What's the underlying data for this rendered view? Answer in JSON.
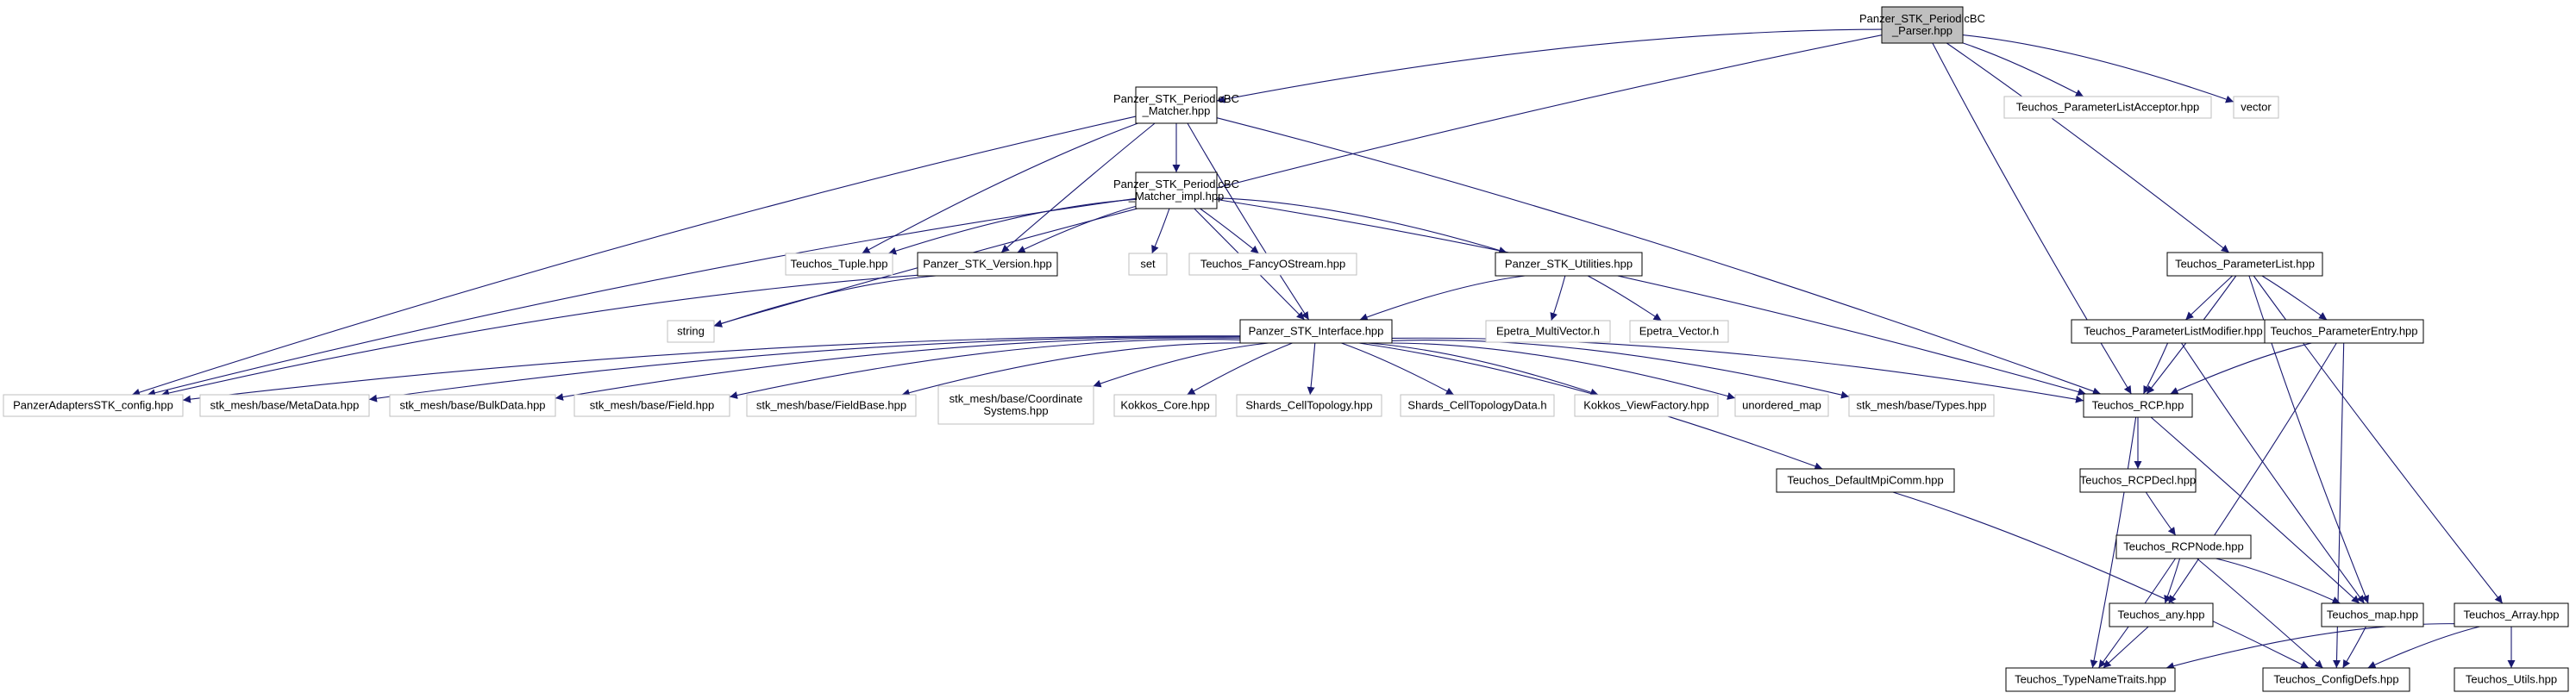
{
  "colors": {
    "edge": "#191970",
    "root_fill": "#bfbfbf",
    "doc_border": "#000000",
    "ext_border": "#bfbfbf",
    "text": "#000000"
  },
  "nodes": [
    {
      "id": "root",
      "kind": "root",
      "lines": [
        "Panzer_STK_PeriodicBC",
        "_Parser.hpp"
      ]
    },
    {
      "id": "matcher",
      "kind": "doc",
      "lines": [
        "Panzer_STK_PeriodicBC",
        "_Matcher.hpp"
      ]
    },
    {
      "id": "matcher_impl",
      "kind": "doc",
      "lines": [
        "Panzer_STK_PeriodicBC",
        "_Matcher_impl.hpp"
      ]
    },
    {
      "id": "pl_acceptor",
      "kind": "ext",
      "lines": [
        "Teuchos_ParameterListAcceptor.hpp"
      ]
    },
    {
      "id": "vector",
      "kind": "ext",
      "lines": [
        "vector"
      ]
    },
    {
      "id": "tuple",
      "kind": "ext",
      "lines": [
        "Teuchos_Tuple.hpp"
      ]
    },
    {
      "id": "version",
      "kind": "doc",
      "lines": [
        "Panzer_STK_Version.hpp"
      ]
    },
    {
      "id": "set",
      "kind": "ext",
      "lines": [
        "set"
      ]
    },
    {
      "id": "fancy",
      "kind": "ext",
      "lines": [
        "Teuchos_FancyOStream.hpp"
      ]
    },
    {
      "id": "utilities",
      "kind": "doc",
      "lines": [
        "Panzer_STK_Utilities.hpp"
      ]
    },
    {
      "id": "string",
      "kind": "ext",
      "lines": [
        "string"
      ]
    },
    {
      "id": "multivector",
      "kind": "ext",
      "lines": [
        "Epetra_MultiVector.h"
      ]
    },
    {
      "id": "epvector",
      "kind": "ext",
      "lines": [
        "Epetra_Vector.h"
      ]
    },
    {
      "id": "interface",
      "kind": "doc",
      "lines": [
        "Panzer_STK_Interface.hpp"
      ]
    },
    {
      "id": "config",
      "kind": "ext",
      "lines": [
        "PanzerAdaptersSTK_config.hpp"
      ]
    },
    {
      "id": "metadata",
      "kind": "ext",
      "lines": [
        "stk_mesh/base/MetaData.hpp"
      ]
    },
    {
      "id": "bulkdata",
      "kind": "ext",
      "lines": [
        "stk_mesh/base/BulkData.hpp"
      ]
    },
    {
      "id": "field",
      "kind": "ext",
      "lines": [
        "stk_mesh/base/Field.hpp"
      ]
    },
    {
      "id": "fieldbase",
      "kind": "ext",
      "lines": [
        "stk_mesh/base/FieldBase.hpp"
      ]
    },
    {
      "id": "coordsys",
      "kind": "ext",
      "lines": [
        "stk_mesh/base/Coordinate",
        "Systems.hpp"
      ]
    },
    {
      "id": "kokkos_core",
      "kind": "ext",
      "lines": [
        "Kokkos_Core.hpp"
      ]
    },
    {
      "id": "cell_topo",
      "kind": "ext",
      "lines": [
        "Shards_CellTopology.hpp"
      ]
    },
    {
      "id": "cell_topo_data",
      "kind": "ext",
      "lines": [
        "Shards_CellTopologyData.h"
      ]
    },
    {
      "id": "viewfactory",
      "kind": "ext",
      "lines": [
        "Kokkos_ViewFactory.hpp"
      ]
    },
    {
      "id": "unordered_map",
      "kind": "ext",
      "lines": [
        "unordered_map"
      ]
    },
    {
      "id": "types",
      "kind": "ext",
      "lines": [
        "stk_mesh/base/Types.hpp"
      ]
    },
    {
      "id": "rcp",
      "kind": "doc",
      "lines": [
        "Teuchos_RCP.hpp"
      ]
    },
    {
      "id": "paramlist",
      "kind": "doc",
      "lines": [
        "Teuchos_ParameterList.hpp"
      ]
    },
    {
      "id": "pl_modifier",
      "kind": "doc",
      "lines": [
        "Teuchos_ParameterListModifier.hpp"
      ]
    },
    {
      "id": "param_entry",
      "kind": "doc",
      "lines": [
        "Teuchos_ParameterEntry.hpp"
      ]
    },
    {
      "id": "mpicomm",
      "kind": "doc",
      "lines": [
        "Teuchos_DefaultMpiComm.hpp"
      ]
    },
    {
      "id": "rcpdecl",
      "kind": "doc",
      "lines": [
        "Teuchos_RCPDecl.hpp"
      ]
    },
    {
      "id": "rcpnode",
      "kind": "doc",
      "lines": [
        "Teuchos_RCPNode.hpp"
      ]
    },
    {
      "id": "any",
      "kind": "doc",
      "lines": [
        "Teuchos_any.hpp"
      ]
    },
    {
      "id": "map",
      "kind": "doc",
      "lines": [
        "Teuchos_map.hpp"
      ]
    },
    {
      "id": "array",
      "kind": "doc",
      "lines": [
        "Teuchos_Array.hpp"
      ]
    },
    {
      "id": "typenametraits",
      "kind": "doc",
      "lines": [
        "Teuchos_TypeNameTraits.hpp"
      ]
    },
    {
      "id": "configdefs",
      "kind": "doc",
      "lines": [
        "Teuchos_ConfigDefs.hpp"
      ]
    },
    {
      "id": "utils",
      "kind": "doc",
      "lines": [
        "Teuchos_Utils.hpp"
      ]
    }
  ],
  "edges": [
    [
      "root",
      "matcher"
    ],
    [
      "root",
      "string"
    ],
    [
      "root",
      "pl_acceptor"
    ],
    [
      "root",
      "vector"
    ],
    [
      "root",
      "paramlist"
    ],
    [
      "root",
      "rcp"
    ],
    [
      "matcher",
      "matcher_impl"
    ],
    [
      "matcher",
      "tuple"
    ],
    [
      "matcher",
      "version"
    ],
    [
      "matcher",
      "config"
    ],
    [
      "matcher",
      "interface"
    ],
    [
      "matcher",
      "rcp"
    ],
    [
      "matcher_impl",
      "tuple"
    ],
    [
      "matcher_impl",
      "version"
    ],
    [
      "matcher_impl",
      "set"
    ],
    [
      "matcher_impl",
      "fancy"
    ],
    [
      "matcher_impl",
      "utilities"
    ],
    [
      "matcher_impl",
      "interface"
    ],
    [
      "matcher_impl",
      "config"
    ],
    [
      "matcher_impl",
      "rcp"
    ],
    [
      "version",
      "string"
    ],
    [
      "version",
      "config"
    ],
    [
      "utilities",
      "interface"
    ],
    [
      "utilities",
      "multivector"
    ],
    [
      "utilities",
      "epvector"
    ],
    [
      "interface",
      "config"
    ],
    [
      "interface",
      "metadata"
    ],
    [
      "interface",
      "bulkdata"
    ],
    [
      "interface",
      "field"
    ],
    [
      "interface",
      "fieldbase"
    ],
    [
      "interface",
      "coordsys"
    ],
    [
      "interface",
      "kokkos_core"
    ],
    [
      "interface",
      "cell_topo"
    ],
    [
      "interface",
      "cell_topo_data"
    ],
    [
      "interface",
      "viewfactory"
    ],
    [
      "interface",
      "unordered_map"
    ],
    [
      "interface",
      "types"
    ],
    [
      "interface",
      "rcp"
    ],
    [
      "interface",
      "mpicomm"
    ],
    [
      "paramlist",
      "rcp"
    ],
    [
      "paramlist",
      "pl_modifier"
    ],
    [
      "paramlist",
      "param_entry"
    ],
    [
      "paramlist",
      "map"
    ],
    [
      "paramlist",
      "array"
    ],
    [
      "pl_modifier",
      "rcp"
    ],
    [
      "pl_modifier",
      "map"
    ],
    [
      "param_entry",
      "rcp"
    ],
    [
      "param_entry",
      "any"
    ],
    [
      "param_entry",
      "configdefs"
    ],
    [
      "rcp",
      "rcpdecl"
    ],
    [
      "rcp",
      "typenametraits"
    ],
    [
      "rcp",
      "map"
    ],
    [
      "rcpdecl",
      "rcpnode"
    ],
    [
      "rcpnode",
      "any"
    ],
    [
      "rcpnode",
      "map"
    ],
    [
      "rcpnode",
      "typenametraits"
    ],
    [
      "rcpnode",
      "configdefs"
    ],
    [
      "any",
      "typenametraits"
    ],
    [
      "map",
      "configdefs"
    ],
    [
      "mpicomm",
      "configdefs"
    ],
    [
      "array",
      "typenametraits"
    ],
    [
      "array",
      "configdefs"
    ],
    [
      "array",
      "utils"
    ]
  ]
}
